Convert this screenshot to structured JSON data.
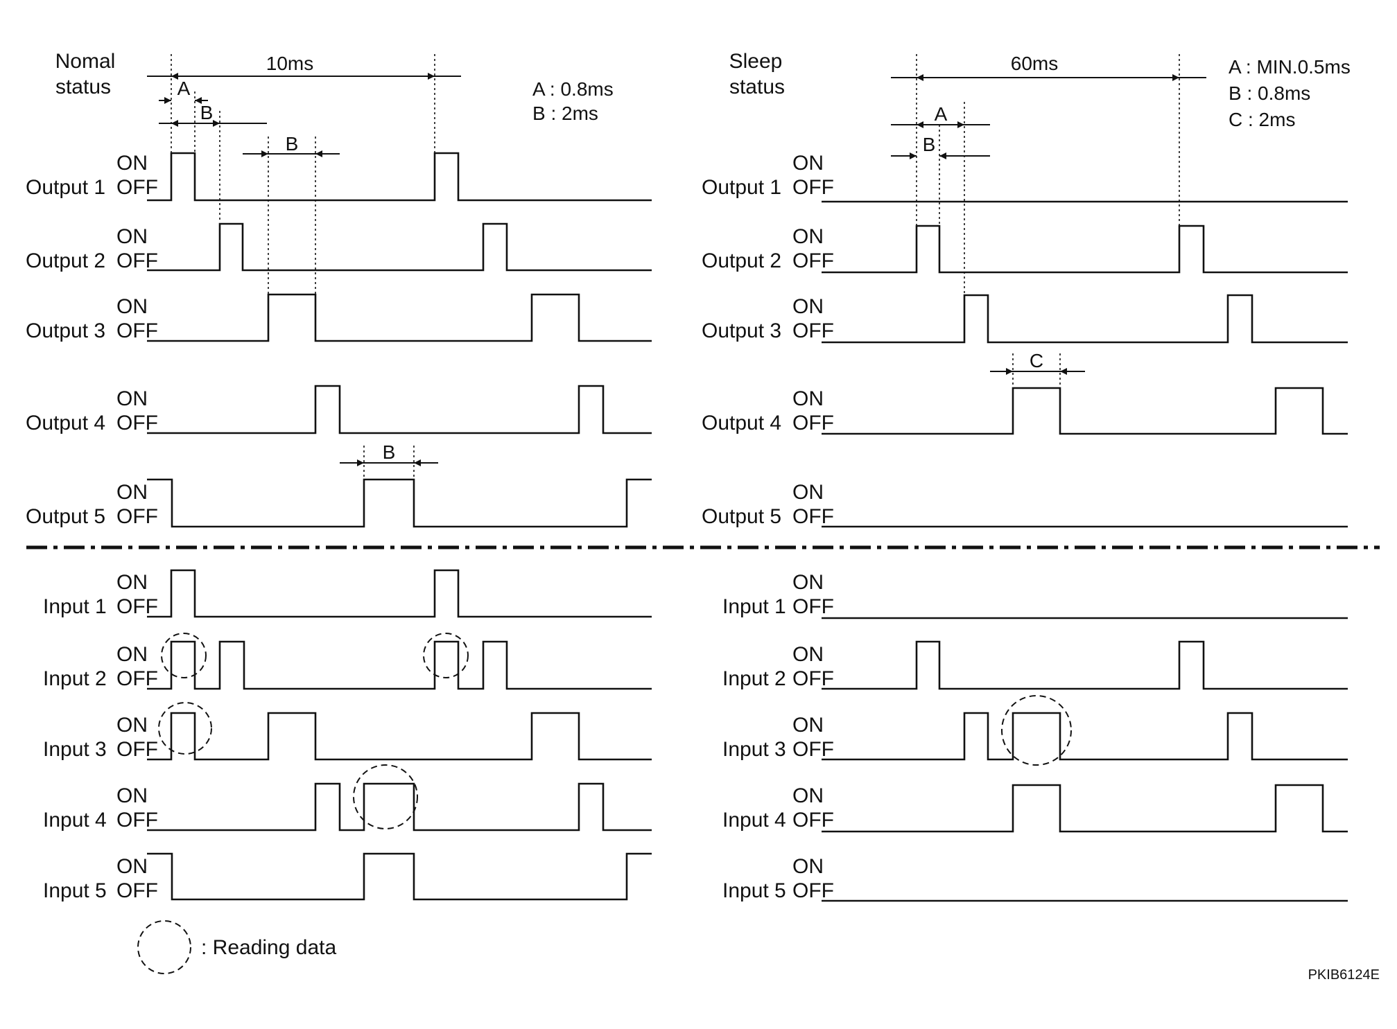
{
  "normal": {
    "title_line1": "Nomal",
    "title_line2": "status",
    "period": "10ms",
    "legend": [
      "A : 0.8ms",
      "B : 2ms"
    ],
    "dim_labels": {
      "a": "A",
      "b1": "B",
      "b2": "B",
      "b3": "B"
    }
  },
  "sleep": {
    "title_line1": "Sleep",
    "title_line2": "status",
    "period": "60ms",
    "legend": [
      "A : MIN.0.5ms",
      "B : 0.8ms",
      "C : 2ms"
    ],
    "dim_labels": {
      "a": "A",
      "b": "B",
      "c": "C"
    }
  },
  "state_on": "ON",
  "state_off": "OFF",
  "outputs": [
    "Output 1",
    "Output 2",
    "Output 3",
    "Output 4",
    "Output 5"
  ],
  "inputs": [
    "Input 1",
    "Input 2",
    "Input 3",
    "Input 4",
    "Input 5"
  ],
  "legend_reading": ": Reading data",
  "figure_code": "PKIB6124E",
  "colors": {
    "ink": "#111111",
    "background": "#ffffff"
  }
}
